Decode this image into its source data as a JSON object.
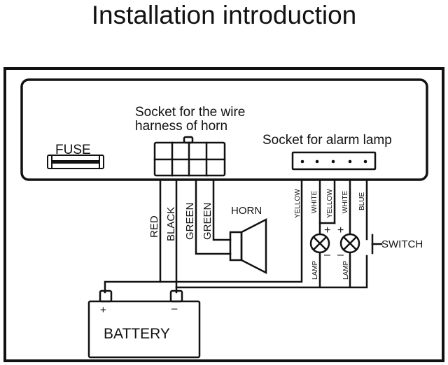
{
  "title": "Installation introduction",
  "colors": {
    "line": "#111111",
    "background": "#ffffff"
  },
  "device": {
    "fuse_label": "FUSE",
    "horn_socket_label_line1": "Socket for the wire",
    "horn_socket_label_line2": "harness of horn",
    "alarm_socket_label": "Socket for alarm lamp",
    "horn_socket_pins": {
      "columns": 4,
      "rows": 2
    },
    "alarm_socket_pins": 5
  },
  "horn_wires": [
    "RED",
    "BLACK",
    "GREEN",
    "GREEN"
  ],
  "horn_label": "HORN",
  "alarm_wires": [
    "YELLOW",
    "WHITE",
    "YELLOW",
    "WHITE",
    "BLUE"
  ],
  "lamps": [
    {
      "label": "LAMP",
      "plus": "+",
      "minus": "–"
    },
    {
      "label": "LAMP",
      "plus": "+",
      "minus": "–"
    }
  ],
  "switch_label": "SWITCH",
  "battery": {
    "label": "BATTERY",
    "positive": "+",
    "negative": "–"
  }
}
